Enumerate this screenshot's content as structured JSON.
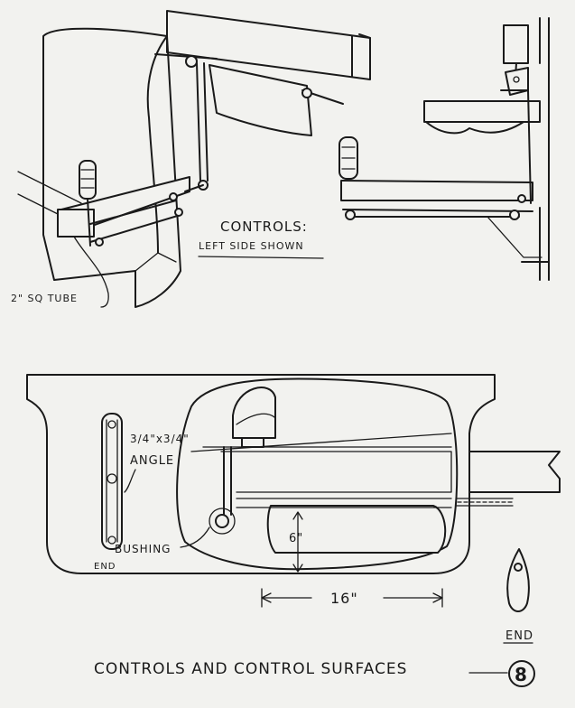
{
  "labels": {
    "controls_title": "CONTROLS:",
    "left_side": "LEFT SIDE SHOWN",
    "tube": "2\" SQ TUBE",
    "angle_size": "3/4\"x3/4\"",
    "angle_word": "ANGLE",
    "bushing": "BUSHING",
    "end_left": "END",
    "dim_height": "6\"",
    "dim_length": "16\"",
    "end_right": "END",
    "caption": "CONTROLS AND CONTROL SURFACES",
    "page_number": "8"
  }
}
